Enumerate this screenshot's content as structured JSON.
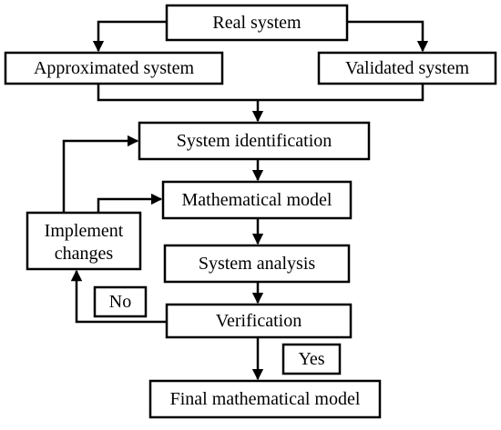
{
  "nodes": {
    "real_system": "Real system",
    "approximated_system": "Approximated system",
    "validated_system": "Validated system",
    "system_identification": "System identification",
    "mathematical_model": "Mathematical model",
    "implement_changes_line1": "Implement",
    "implement_changes_line2": "changes",
    "system_analysis": "System analysis",
    "no_label": "No",
    "verification": "Verification",
    "yes_label": "Yes",
    "final_mathematical_model": "Final mathematical model"
  },
  "colors": {
    "stroke": "#000000",
    "background": "#ffffff"
  }
}
